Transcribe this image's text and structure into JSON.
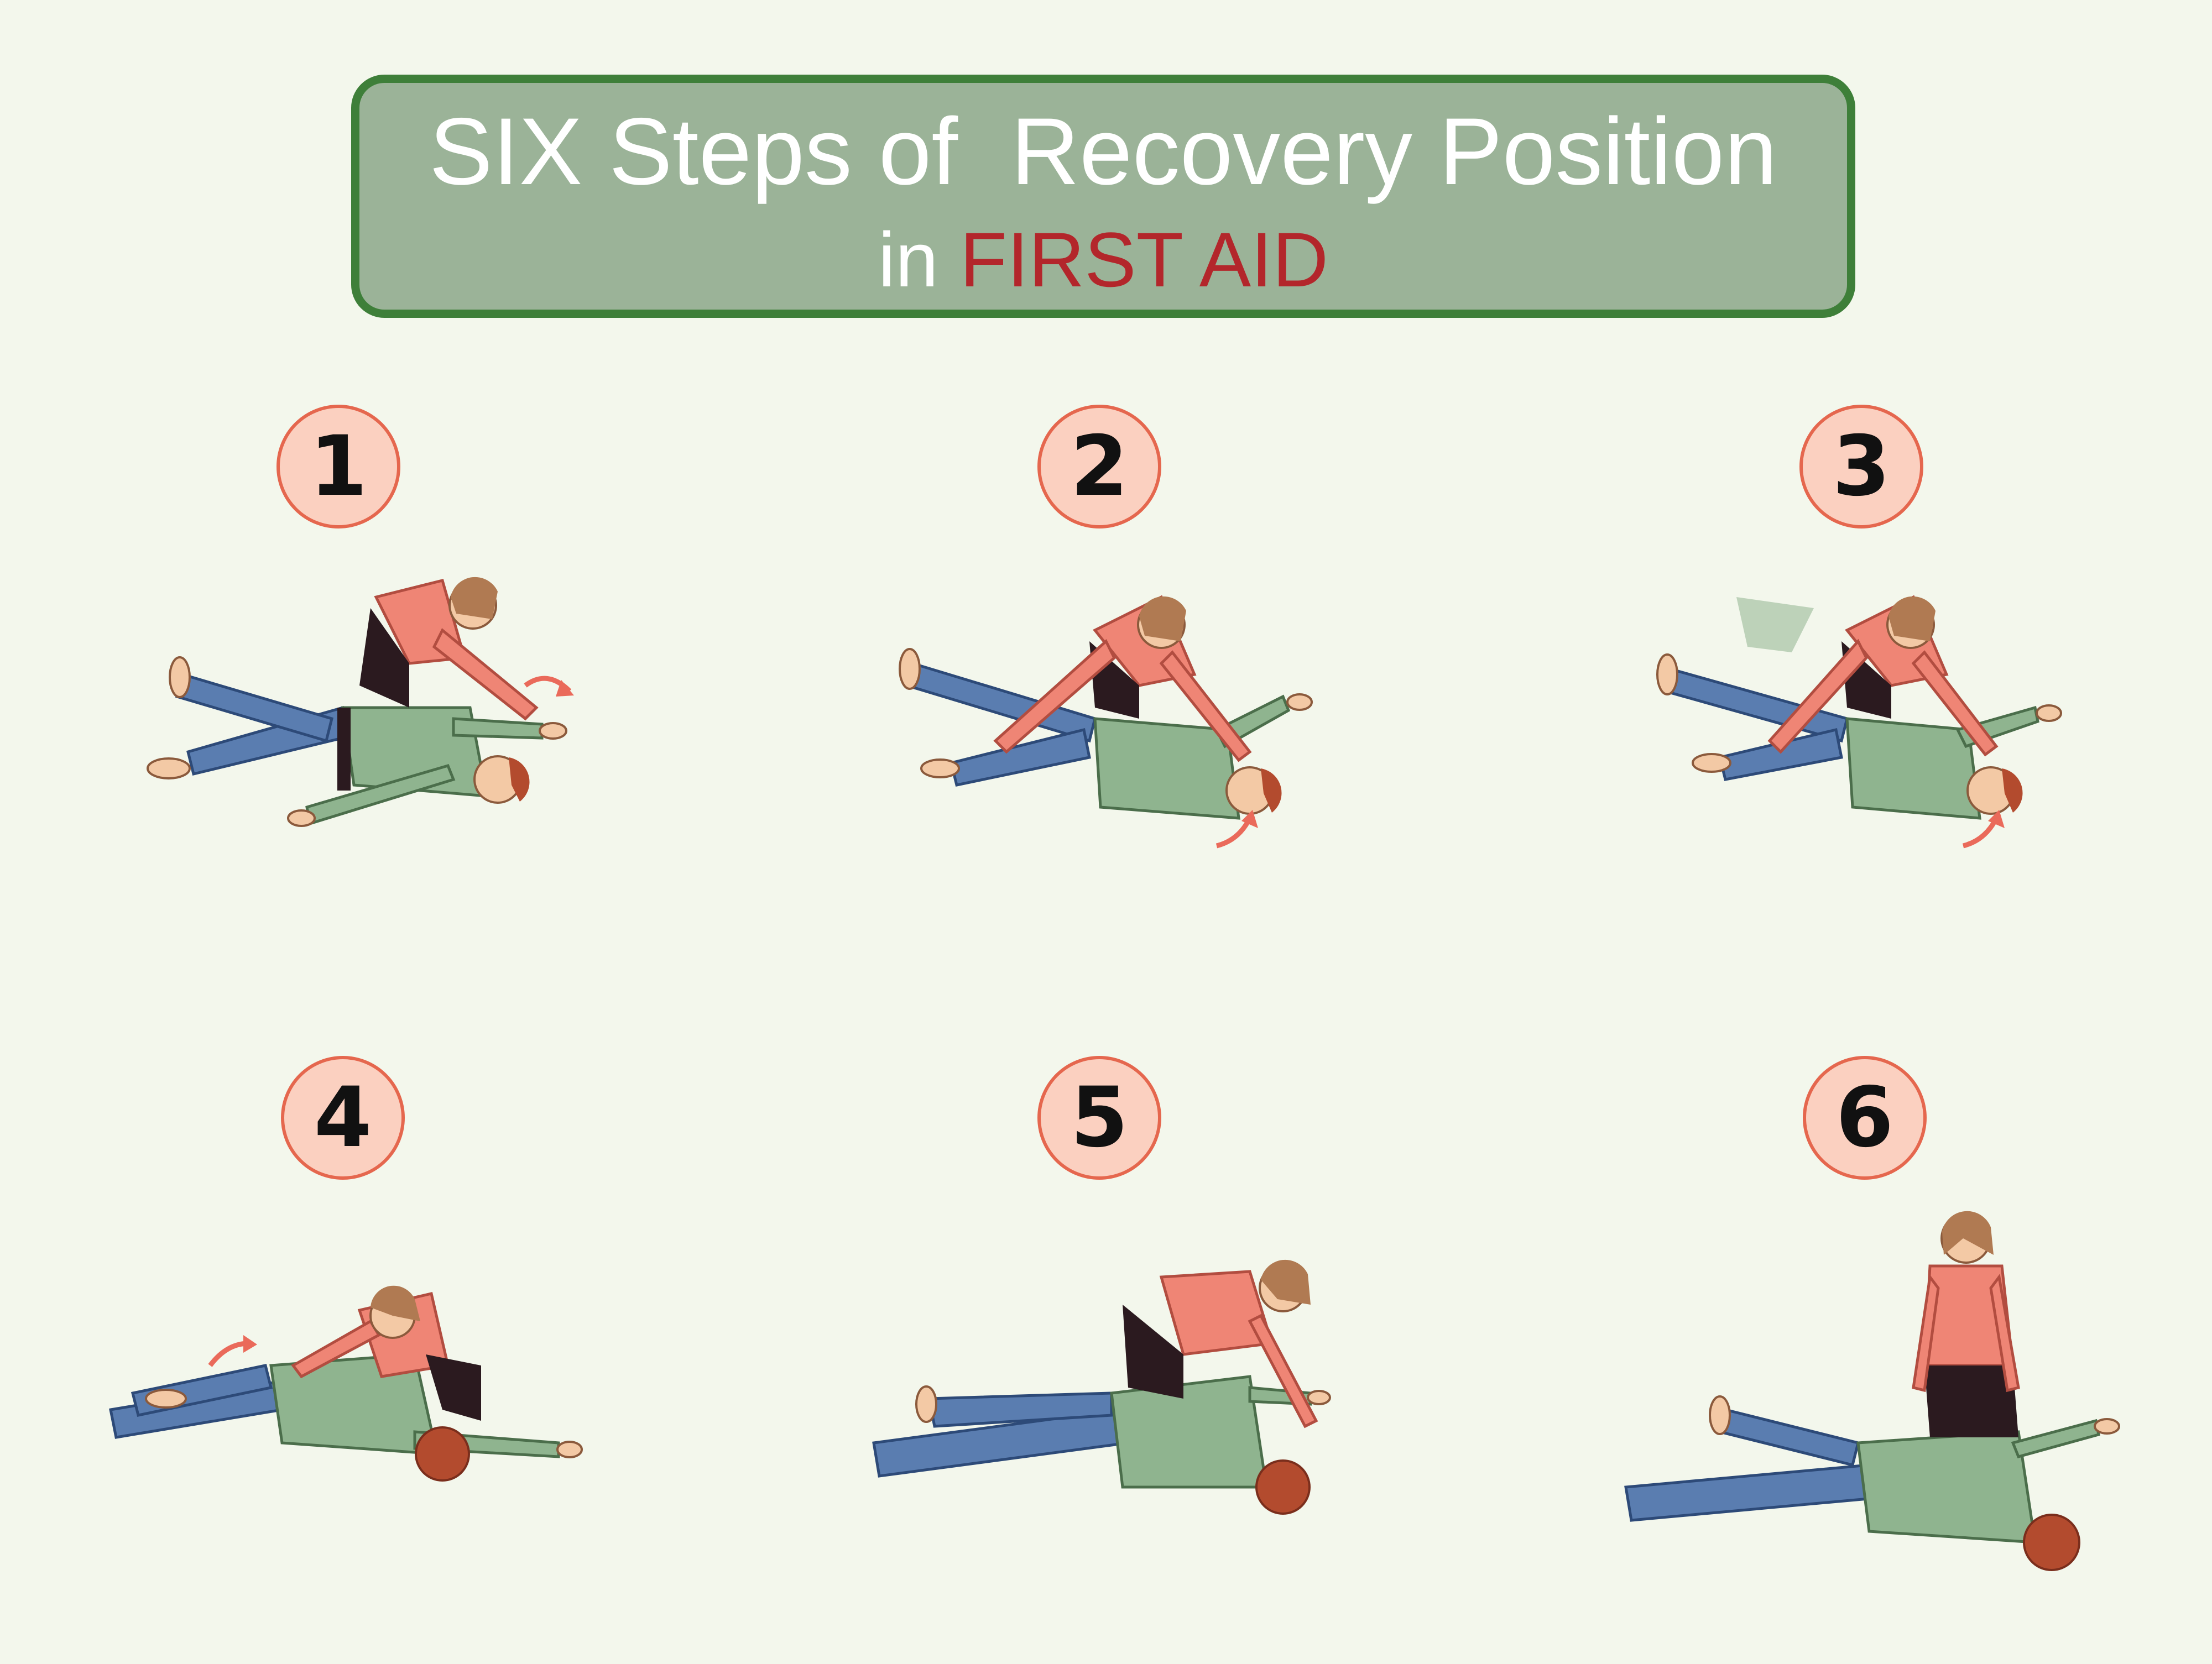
{
  "title": {
    "line1": "SIX Steps of  Recovery Position",
    "line2_prefix": "in ",
    "line2_accent": "FIRST AID"
  },
  "colors": {
    "background": "#f3f7ec",
    "title_fill": "#9bb398",
    "title_border": "#3e7f39",
    "title_text": "#ffffff",
    "accent_red": "#b3262b",
    "badge_fill": "#fbd0c0",
    "badge_border": "#e5674e",
    "helper_top": "#ef8575",
    "helper_pants": "#2b1a1f",
    "patient_shirt": "#8fb48f",
    "patient_jeans": "#5a7db0",
    "skin": "#f3c9a5",
    "hair_helper": "#b07a52",
    "hair_patient": "#b34b2e",
    "arrow": "#ea6a5a"
  },
  "steps": [
    {
      "number": "1",
      "icon": "helper-straightens-arm-illustration"
    },
    {
      "number": "2",
      "icon": "helper-lifts-knee-illustration"
    },
    {
      "number": "3",
      "icon": "helper-places-hand-illustration"
    },
    {
      "number": "4",
      "icon": "patient-rolled-onto-side-illustration"
    },
    {
      "number": "5",
      "icon": "helper-tilts-head-illustration"
    },
    {
      "number": "6",
      "icon": "helper-checks-breathing-illustration"
    }
  ]
}
